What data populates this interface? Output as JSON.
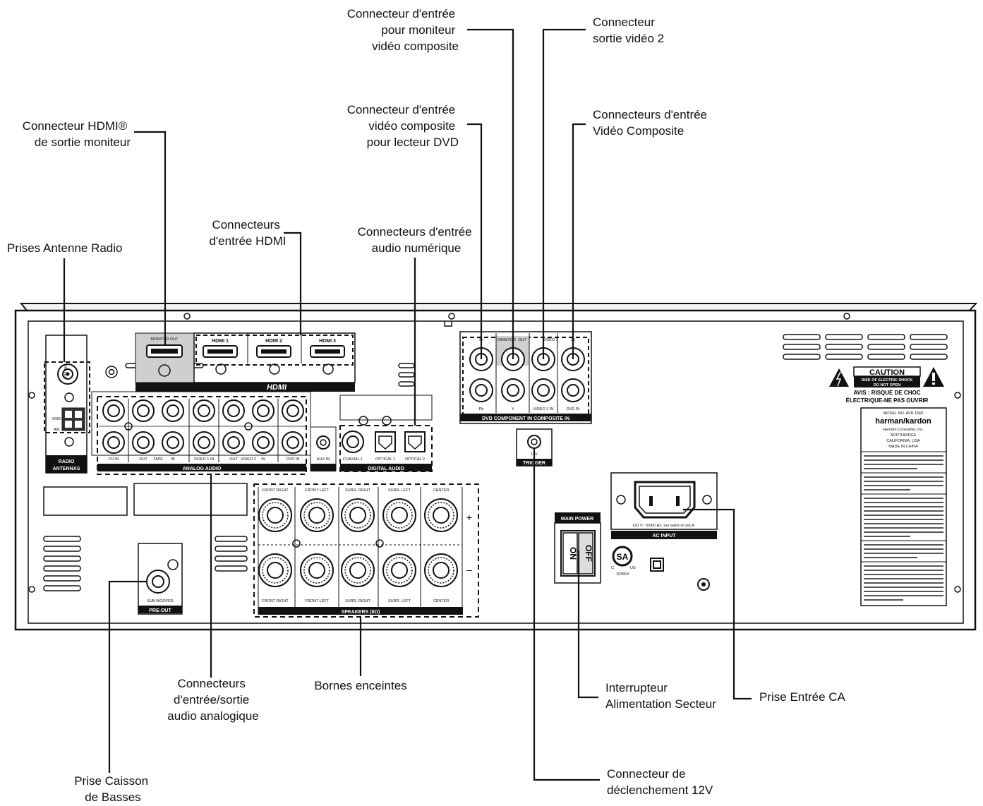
{
  "callouts": {
    "monitor_composite": [
      "Connecteur d'entrée",
      "pour moniteur",
      "vidéo composite"
    ],
    "video_out2": [
      "Connecteur",
      "sortie vidéo 2"
    ],
    "hdmi_out": [
      "Connecteur HDMI®",
      "de sortie moniteur"
    ],
    "dvd_composite": [
      "Connecteur d'entrée",
      "vidéo composite",
      "pour lecteur DVD"
    ],
    "composite_in": [
      "Connecteurs d'entrée",
      "Vidéo Composite"
    ],
    "hdmi_in": [
      "Connecteurs",
      "d'entrée HDMI"
    ],
    "digital_audio": [
      "Connecteurs d'entrée",
      "audio numérique"
    ],
    "antenna": [
      "Prises Antenne Radio"
    ],
    "analog_audio": [
      "Connecteurs",
      "d'entrée/sortie",
      "audio analogique"
    ],
    "speakers": [
      "Bornes enceintes"
    ],
    "main_power": [
      "Interrupteur",
      "Alimentation Secteur"
    ],
    "ac_input": [
      "Prise Entrée CA"
    ],
    "subwoofer": [
      "Prise Caisson",
      "de Basses"
    ],
    "trigger": [
      "Connecteur de",
      "déclenchement 12V"
    ]
  },
  "panel": {
    "hdmi_logo": "HDMI",
    "hdmi_tabs": [
      "HDMI 1",
      "HDMI 2",
      "HDMI 3"
    ],
    "hdmi_out_tab": "MONITOR OUT",
    "radio_antennas": [
      "RADIO",
      "ANTENNAS"
    ],
    "fm": "FM 75Ω",
    "am": "AM",
    "gnd": "GND",
    "analog_labels": [
      "CD IN",
      "OUT",
      "TAPE",
      "IN",
      "VIDEO 1 IN",
      "OUT",
      "VIDEO 2",
      "IN",
      "DVD IN"
    ],
    "analog_bar": "ANALOG AUDIO",
    "aux_in": "AUX IN",
    "digital_labels": [
      "COAXIAL 1",
      "OPTICAL 1",
      "OPTICAL 2"
    ],
    "digital_bar": "DIGITAL AUDIO",
    "video_top": [
      "Pr",
      "MONITOR",
      "OUT",
      "VIDEO 2",
      "IN"
    ],
    "video_bottom": [
      "Pb",
      "Y",
      "VIDEO 1 IN",
      "DVD IN"
    ],
    "video_bar": "DVD COMPONENT IN    COMPOSITE IN",
    "trigger_bar": "TRIGGER",
    "trigger_label": "12V",
    "speaker_top": [
      "FRONT RIGHT",
      "FRONT LEFT",
      "SURR. RIGHT",
      "SURR. LEFT",
      "CENTER"
    ],
    "speaker_bottom": [
      "FRONT RIGHT",
      "FRONT LEFT",
      "SURR. RIGHT",
      "SURR. LEFT",
      "CENTER"
    ],
    "speaker_bar": "SPEAKERS (8Ω)",
    "plus": "+",
    "minus": "–",
    "sub_label": "SUB WOOFER",
    "preout": "PRE-OUT",
    "main_power": "MAIN POWER",
    "on": "ON",
    "off": "OFF",
    "ac_rating": "120 V~ 50/60 Hz, xxx watts or xxx A",
    "ac_input": "AC INPUT",
    "csa_mark": "SA",
    "csa_c": "C",
    "csa_us": "US",
    "csa_num": "193553",
    "caution": "CAUTION",
    "caution_sub1": "RISK OF ELECTRIC SHOCK",
    "caution_sub2": "DO NOT OPEN",
    "avis1": "AVIS : RISQUE DE CHOC",
    "avis2": "ÉLECTRIQUE-NE PAS OUVRIR",
    "model": "MODEL NO. AVR 1565",
    "brand": "harman/kardon",
    "address": [
      "Harman Consumer, Inc.",
      "NORTHRIDGE",
      "CALIFORNIA, USA",
      "MADE IN CHINA"
    ]
  }
}
